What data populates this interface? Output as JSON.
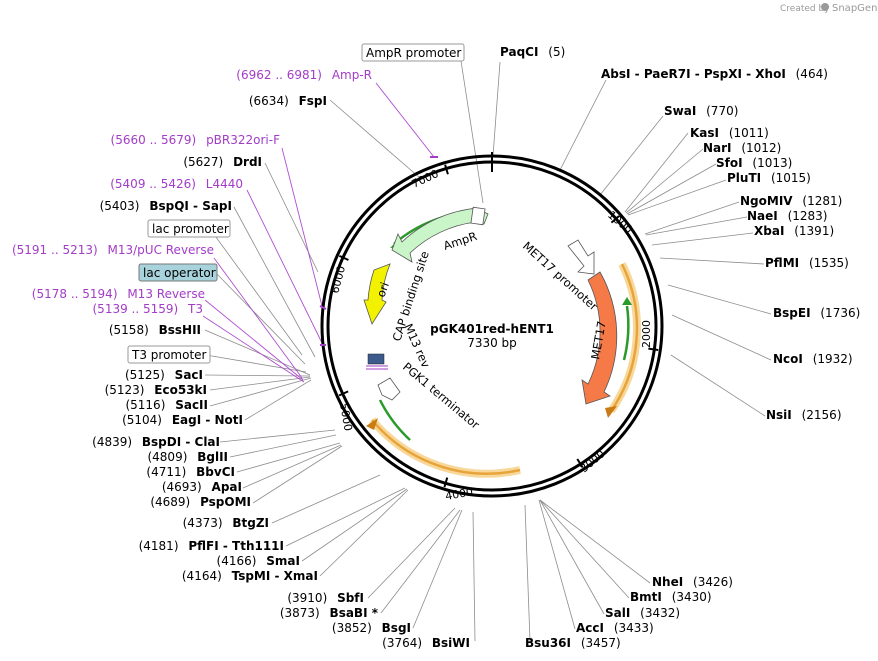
{
  "credit": {
    "text": "Created by",
    "brand": "SnapGene"
  },
  "plasmid": {
    "name": "pGK401red-hENT1",
    "size": "7330 bp",
    "length": 7330
  },
  "ticks": [
    "1000",
    "2000",
    "3000",
    "4000",
    "5000",
    "6000",
    "7000"
  ],
  "features": {
    "ampr": "AmpR",
    "ori": "ori",
    "cap": "CAP binding site",
    "m13rev": "M13 rev",
    "pgk1": "PGK1 terminator",
    "met17promoter": "MET17 promoter",
    "met17": "MET17"
  },
  "colors": {
    "ampr": "#c9f5c9",
    "ori": "#f2f200",
    "met17": "#f57a48",
    "promoter": "#ffffff",
    "arc": "#e8a43a"
  },
  "sites_right": [
    {
      "text": "PaqCI",
      "pos": "(5)"
    },
    {
      "text": "AbsI - PaeR7I - PspXI - XhoI",
      "pos": "(464)"
    },
    {
      "text": "SwaI",
      "pos": "(770)"
    },
    {
      "text": "KasI",
      "pos": "(1011)"
    },
    {
      "text": "NarI",
      "pos": "(1012)"
    },
    {
      "text": "SfoI",
      "pos": "(1013)"
    },
    {
      "text": "PluTI",
      "pos": "(1015)"
    },
    {
      "text": "NgoMIV",
      "pos": "(1281)"
    },
    {
      "text": "NaeI",
      "pos": "(1283)"
    },
    {
      "text": "XbaI",
      "pos": "(1391)"
    },
    {
      "text": "PflMI",
      "pos": "(1535)"
    },
    {
      "text": "BspEI",
      "pos": "(1736)"
    },
    {
      "text": "NcoI",
      "pos": "(1932)"
    },
    {
      "text": "NsiI",
      "pos": "(2156)"
    },
    {
      "text": "NheI",
      "pos": "(3426)"
    },
    {
      "text": "BmtI",
      "pos": "(3430)"
    },
    {
      "text": "SalI",
      "pos": "(3432)"
    },
    {
      "text": "AccI",
      "pos": "(3433)"
    },
    {
      "text": "Bsu36I",
      "pos": "(3457)"
    }
  ],
  "sites_left": [
    {
      "text": "FspI",
      "pos": "(6634)"
    },
    {
      "text": "DrdI",
      "pos": "(5627)"
    },
    {
      "text": "BspQI - SapI",
      "pos": "(5403)"
    },
    {
      "text": "BssHII",
      "pos": "(5158)"
    },
    {
      "text": "SacI",
      "pos": "(5125)"
    },
    {
      "text": "Eco53kI",
      "pos": "(5123)"
    },
    {
      "text": "SacII",
      "pos": "(5116)"
    },
    {
      "text": "EagI - NotI",
      "pos": "(5104)"
    },
    {
      "text": "BspDI - ClaI",
      "pos": "(4839)"
    },
    {
      "text": "BglII",
      "pos": "(4809)"
    },
    {
      "text": "BbvCI",
      "pos": "(4711)"
    },
    {
      "text": "ApaI",
      "pos": "(4693)"
    },
    {
      "text": "PspOMI",
      "pos": "(4689)"
    },
    {
      "text": "BtgZI",
      "pos": "(4373)"
    },
    {
      "text": "PflFI - Tth111I",
      "pos": "(4181)"
    },
    {
      "text": "SmaI",
      "pos": "(4166)"
    },
    {
      "text": "TspMI - XmaI",
      "pos": "(4164)"
    },
    {
      "text": "SbfI",
      "pos": "(3910)"
    },
    {
      "text": "BsaBI *",
      "pos": "(3873)"
    },
    {
      "text": "BsgI",
      "pos": "(3852)"
    },
    {
      "text": "BsiWI",
      "pos": "(3764)"
    }
  ],
  "primers": [
    {
      "range": "(6962 .. 6981)",
      "name": "Amp-R"
    },
    {
      "range": "(5660 .. 5679)",
      "name": "pBR322ori-F"
    },
    {
      "range": "(5409 .. 5426)",
      "name": "L4440"
    },
    {
      "range": "(5191 .. 5213)",
      "name": "M13/pUC Reverse"
    },
    {
      "range": "(5178 .. 5194)",
      "name": "M13 Reverse"
    },
    {
      "range": "(5139 .. 5159)",
      "name": "T3"
    }
  ],
  "boxed": [
    {
      "text": "AmpR promoter"
    },
    {
      "text": "lac promoter"
    },
    {
      "text": "lac operator",
      "color": "#a9d3dc"
    },
    {
      "text": "T3 promoter"
    }
  ]
}
